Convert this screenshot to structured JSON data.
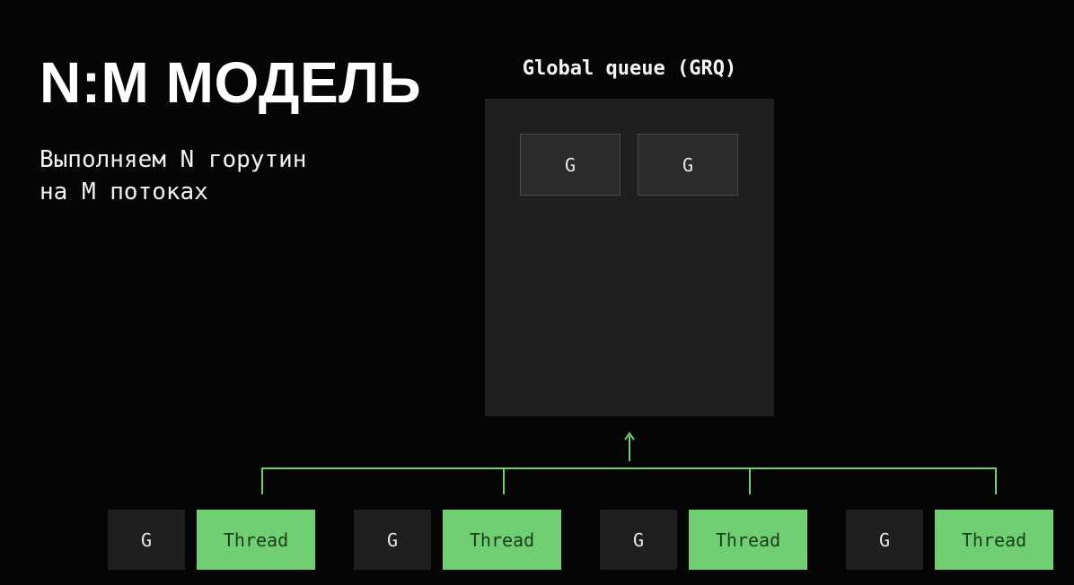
{
  "slide": {
    "title": "N:M МОДЕЛЬ",
    "subtitle_lines": [
      "Выполняем N горутин",
      "на M потоках"
    ]
  },
  "global_queue": {
    "label": "Global queue (GRQ)",
    "goroutines": [
      "G",
      "G"
    ]
  },
  "workers": [
    {
      "goroutine": "G",
      "thread": "Thread"
    },
    {
      "goroutine": "G",
      "thread": "Thread"
    },
    {
      "goroutine": "G",
      "thread": "Thread"
    },
    {
      "goroutine": "G",
      "thread": "Thread"
    }
  ],
  "colors": {
    "background": "#050505",
    "queue_box": "#1f1f21",
    "thread_green": "#6fcf72",
    "connector_green": "#6fcf72",
    "text_white": "#ffffff"
  }
}
